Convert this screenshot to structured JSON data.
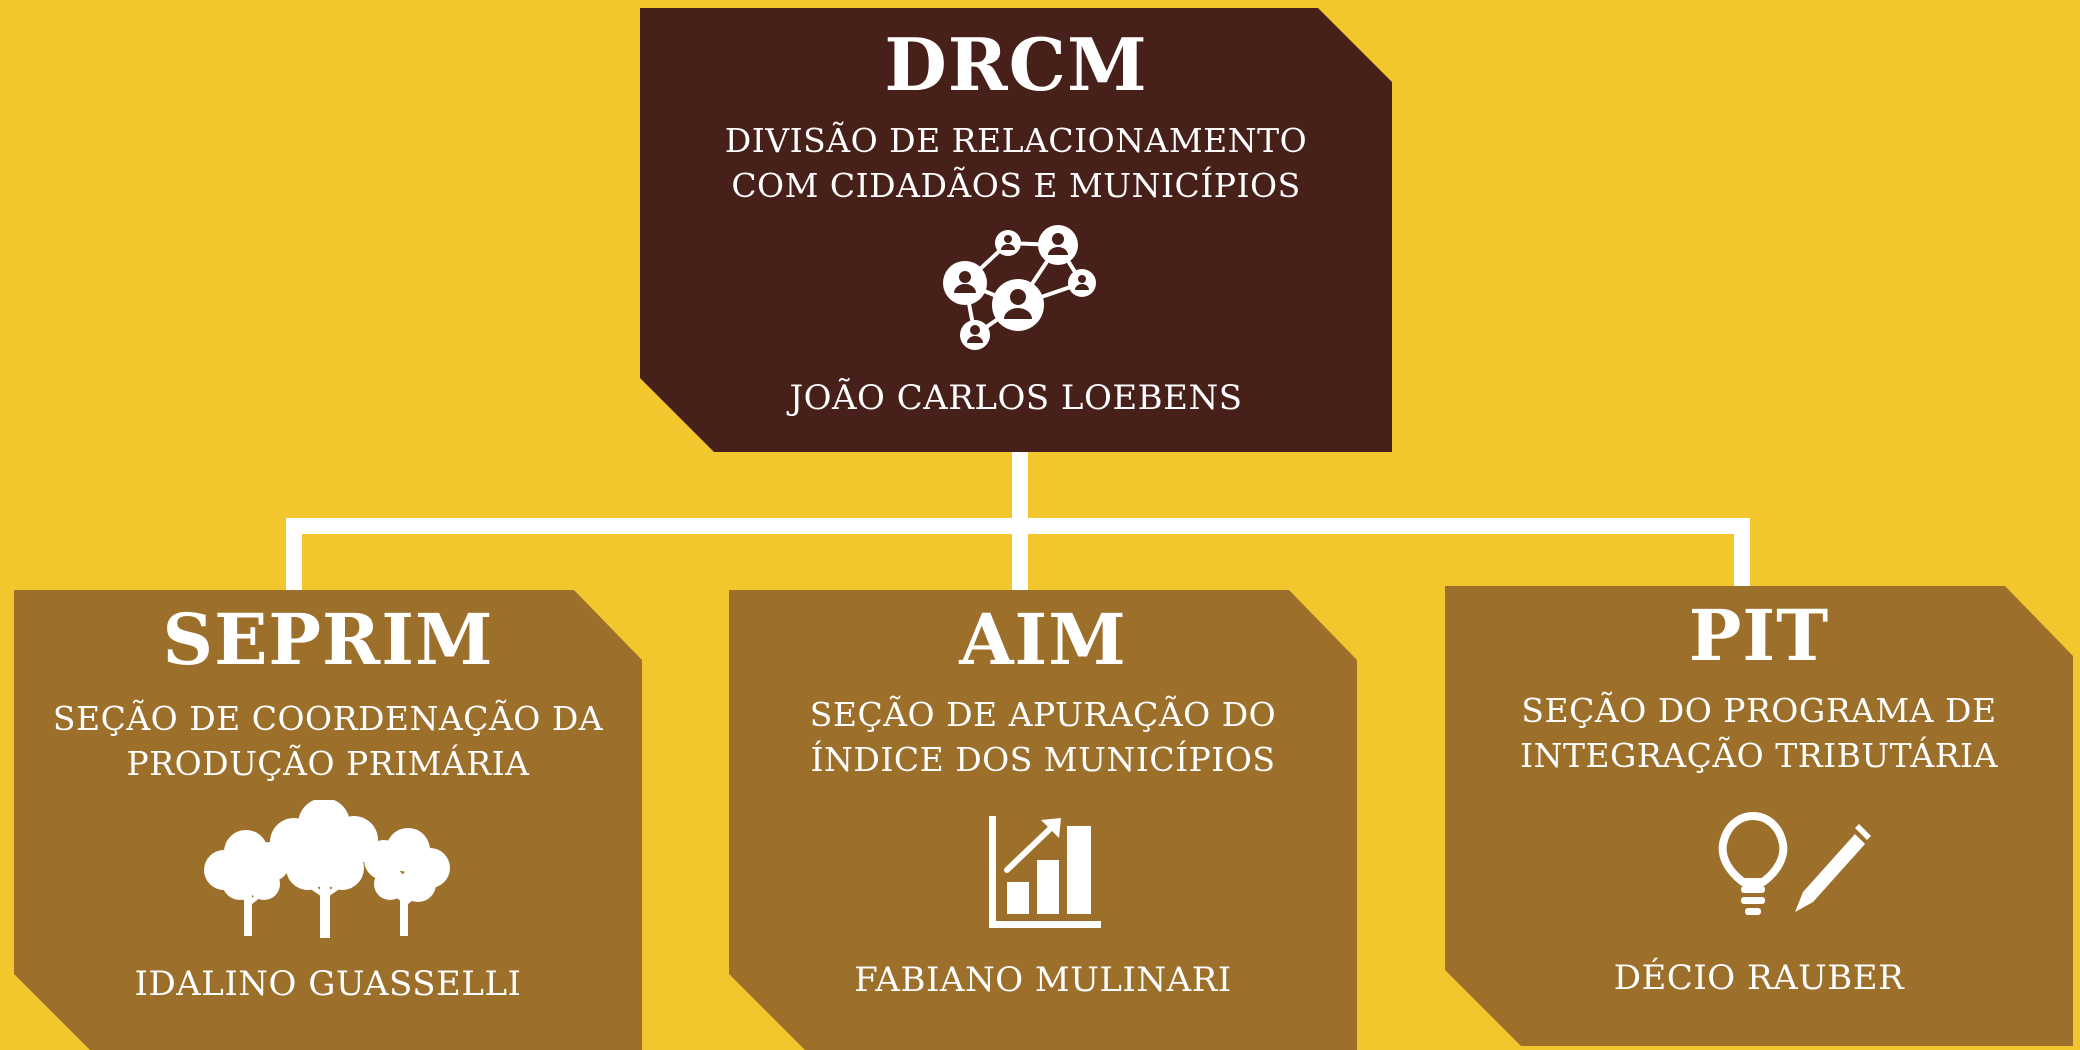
{
  "root": {
    "abbr": "DRCM",
    "full_line1": "DIVISÃO DE RELACIONAMENTO",
    "full_line2": "COM CIDADÃOS E MUNICÍPIOS",
    "person": "JOÃO CARLOS LOEBENS",
    "icon": "network-people-icon"
  },
  "children": [
    {
      "abbr": "SEPRIM",
      "full_line1": "SEÇÃO DE COORDENAÇÃO DA",
      "full_line2": "PRODUÇÃO PRIMÁRIA",
      "person": "IDALINO GUASSELLI",
      "icon": "trees-icon"
    },
    {
      "abbr": "AIM",
      "full_line1": "SEÇÃO DE APURAÇÃO DO",
      "full_line2": "ÍNDICE DOS MUNICÍPIOS",
      "person": "FABIANO MULINARI",
      "icon": "growth-chart-icon"
    },
    {
      "abbr": "PIT",
      "full_line1": "SEÇÃO DO PROGRAMA DE",
      "full_line2": "INTEGRAÇÃO TRIBUTÁRIA",
      "person": "DÉCIO RAUBER",
      "icon": "lightbulb-pencil-icon"
    }
  ],
  "colors": {
    "background": "#F2C72E",
    "root_box": "#47201A",
    "child_box": "#9C6F2B",
    "text": "#FFFFFF",
    "connector": "#FFFFFF"
  }
}
